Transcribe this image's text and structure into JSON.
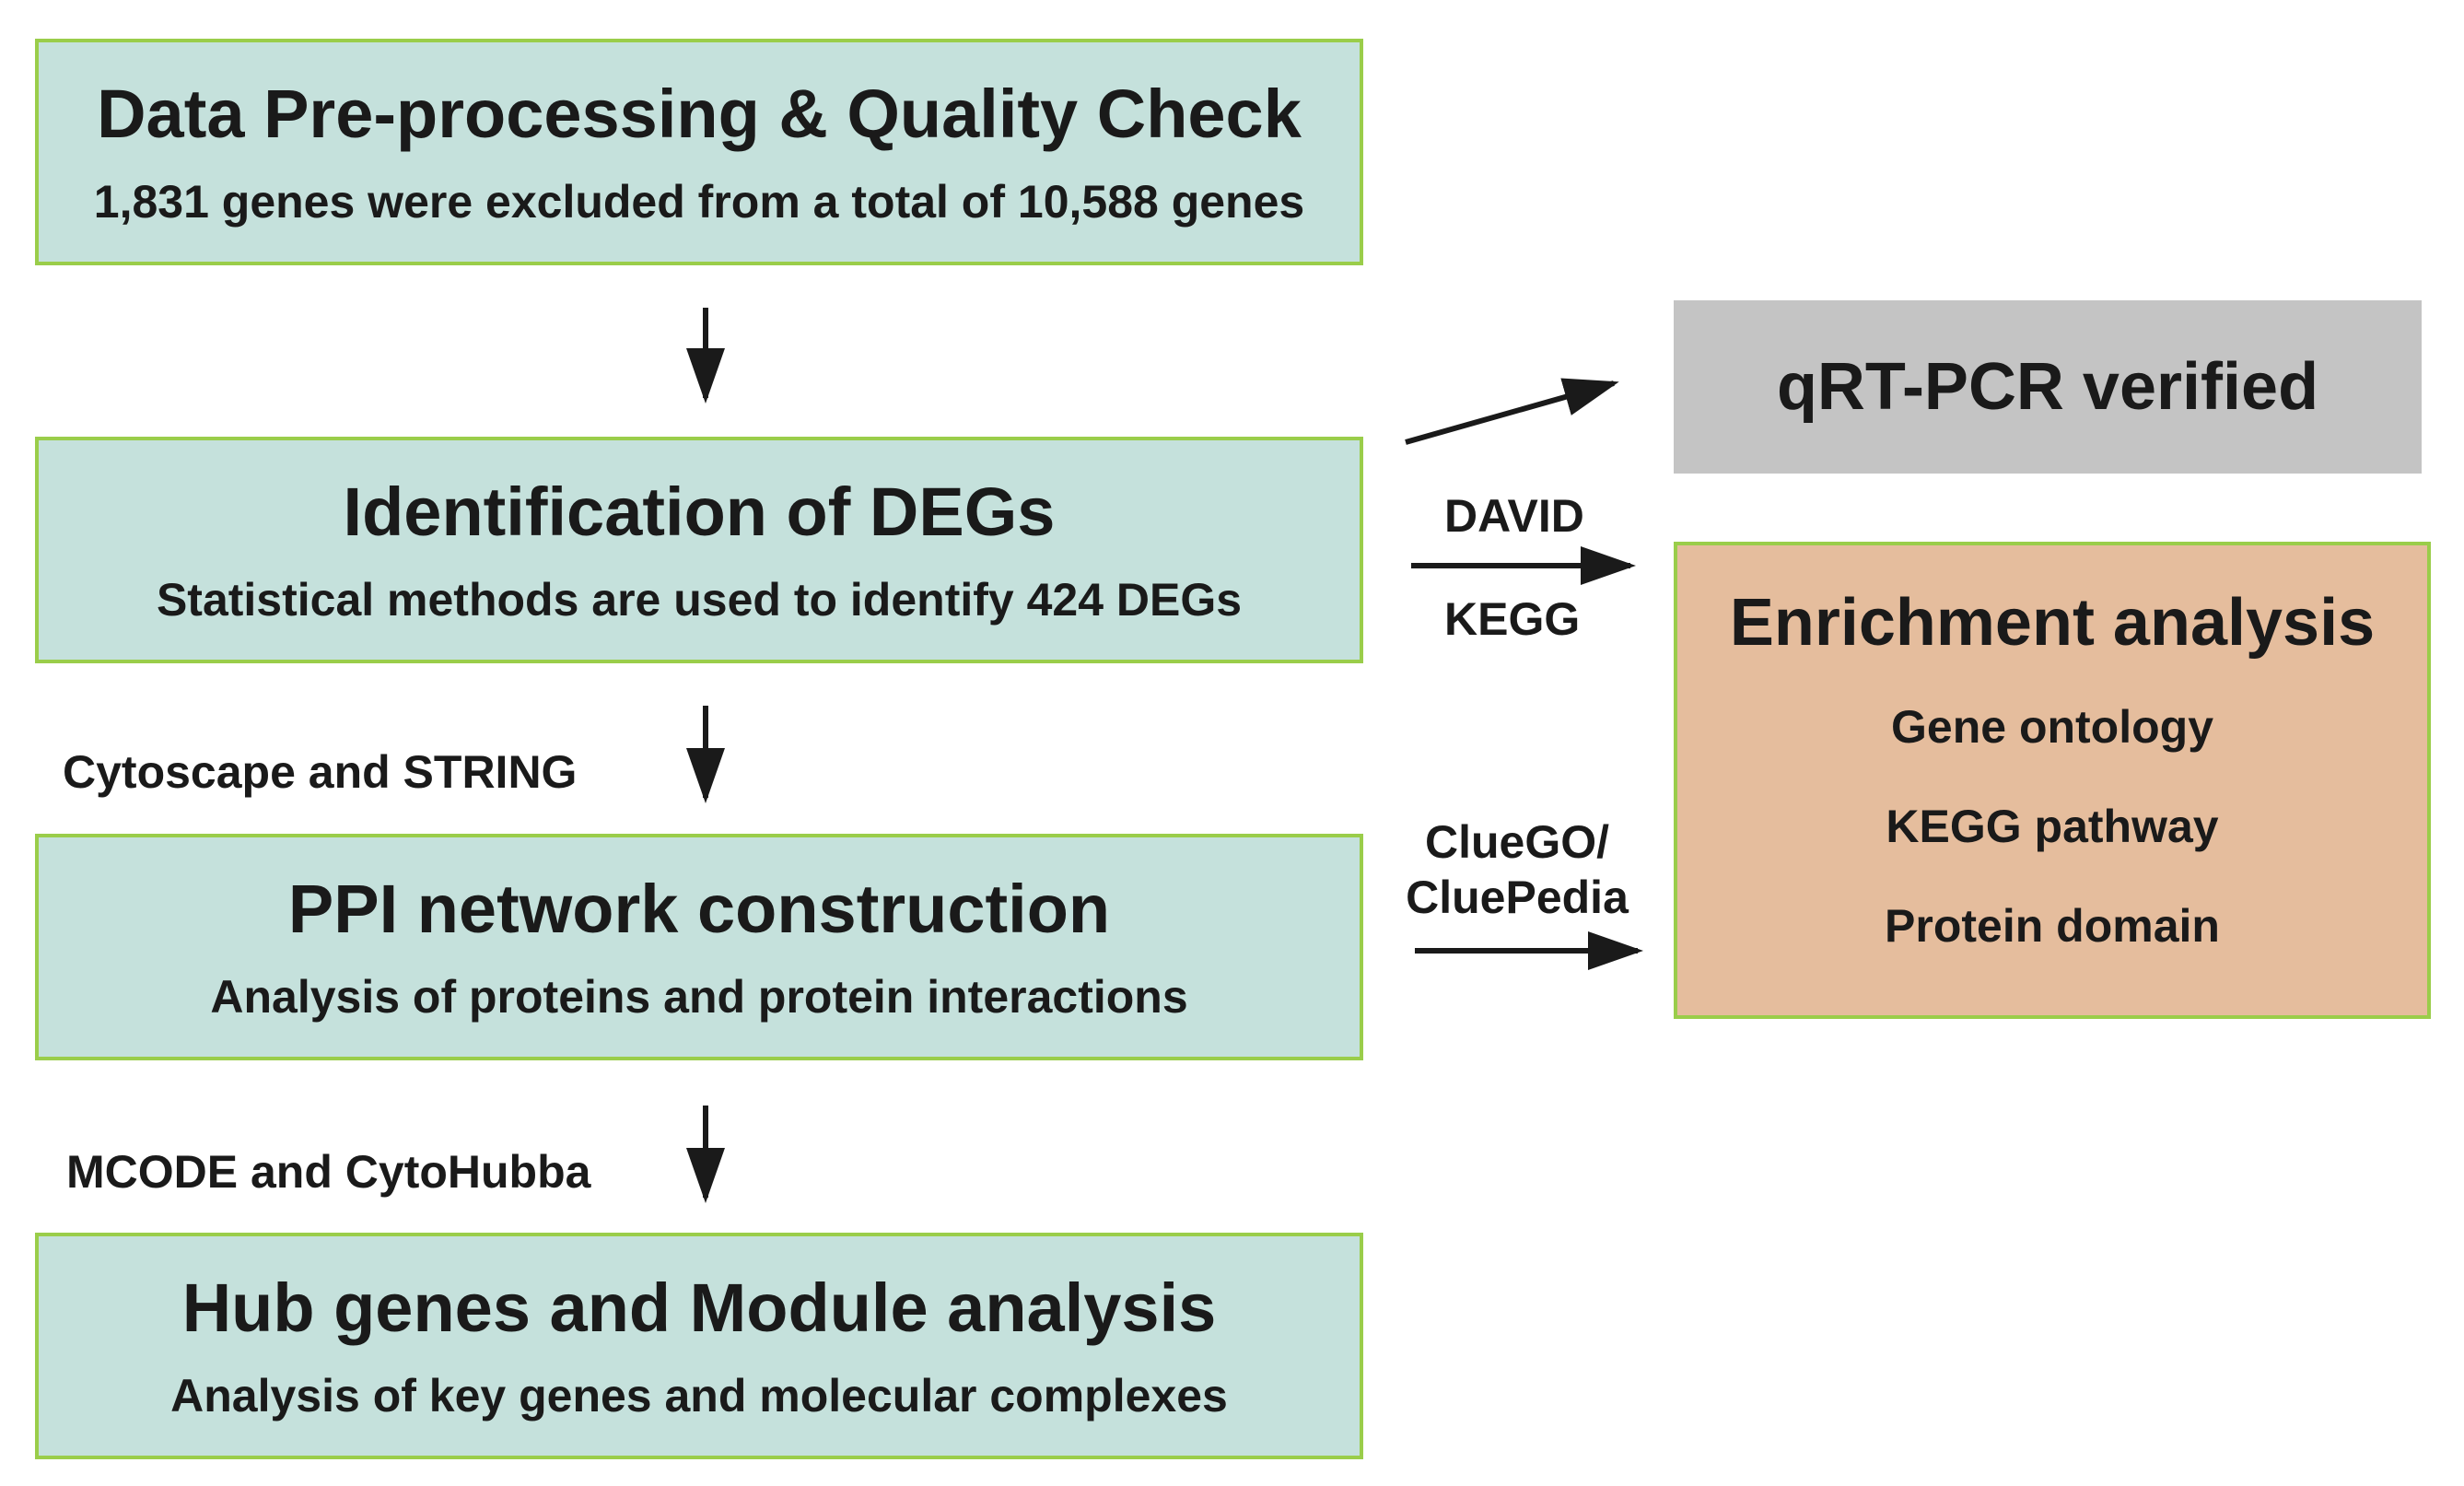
{
  "steps": [
    {
      "title": "Data Pre-processing & Quality Check",
      "subtitle": "1,831 genes were excluded from a total of 10,588 genes"
    },
    {
      "title": "Identification of DEGs",
      "subtitle": "Statistical methods are used to identify 424 DEGs"
    },
    {
      "title": "PPI network construction",
      "subtitle": "Analysis of proteins and protein interactions"
    },
    {
      "title": "Hub genes and Module analysis",
      "subtitle": "Analysis of key genes and molecular complexes"
    }
  ],
  "side": {
    "qrtpcr": "qRT-PCR verified",
    "enrichment": {
      "title": "Enrichment analysis",
      "items": [
        "Gene ontology",
        "KEGG pathway",
        "Protein domain"
      ]
    }
  },
  "labels": {
    "cytoscape_string": "Cytoscape and STRING",
    "mcode_cytohubba": "MCODE and CytoHubba",
    "david": "DAVID",
    "kegg": "KEGG",
    "cluego": "ClueGO/",
    "cluepedia": "CluePedia"
  },
  "colors": {
    "step_fill": "#c5e1dc",
    "step_border": "#9acd4a",
    "qrtpcr_fill": "#c4c4c4",
    "enrichment_fill": "#e5bd9d",
    "arrow": "#1a1a1a"
  }
}
